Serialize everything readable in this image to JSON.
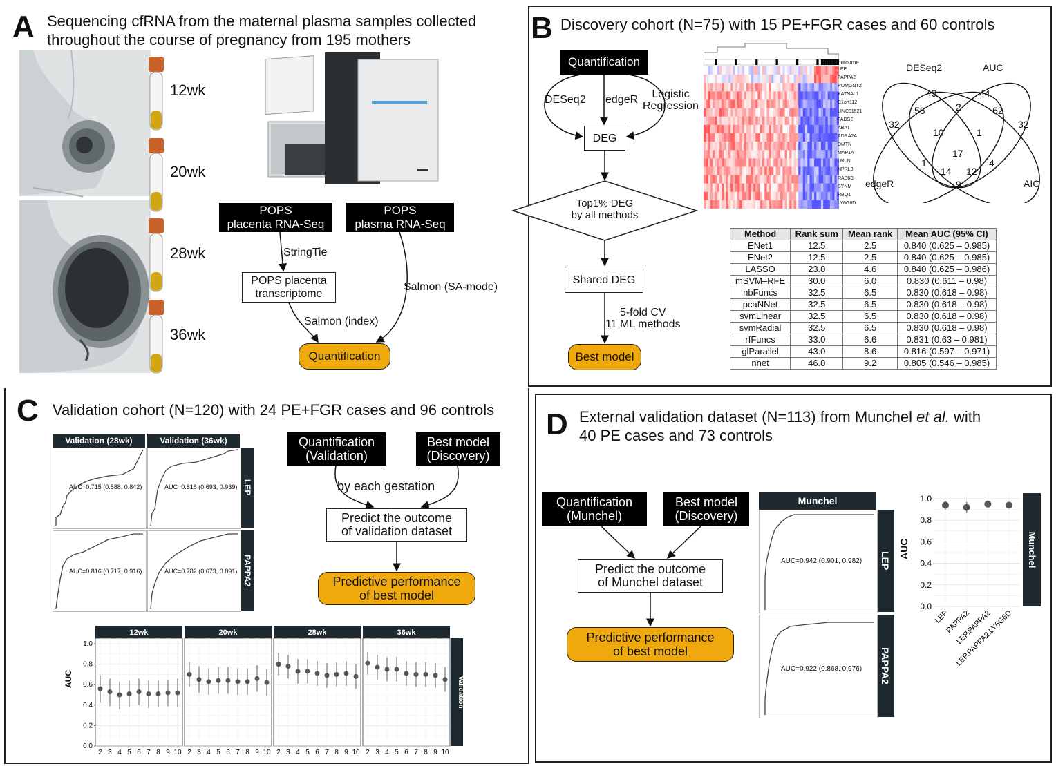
{
  "panelA": {
    "letter": "A",
    "title_line1": "Sequencing cfRNA from the maternal plasma samples collected",
    "title_line2": "throughout the course of pregnancy from 195 mothers",
    "timepoints": [
      "12wk",
      "20wk",
      "28wk",
      "36wk"
    ],
    "box_placenta": "POPS\nplacenta RNA-Seq",
    "box_plasma": "POPS\nplasma RNA-Seq",
    "label_stringtie": "StringTie",
    "box_transcriptome": "POPS placenta\ntranscriptome",
    "label_salmon_sa": "Salmon (SA-mode)",
    "label_salmon_index": "Salmon (index)",
    "box_quant": "Quantification"
  },
  "panelB": {
    "letter": "B",
    "title": "Discovery cohort (N=75) with 15 PE+FGR cases and 60 controls",
    "box_quant": "Quantification",
    "label_deseq2": "DESeq2",
    "label_edger": "edgeR",
    "label_logistic": "Logistic\nRegression",
    "box_deg": "DEG",
    "diamond": "Top1% DEG\nby all methods",
    "box_shared": "Shared DEG",
    "label_cv": "5-fold CV\n11 ML methods",
    "box_best": "Best model",
    "heatmap_outcome": "outcome",
    "heatmap_genes": [
      "LEP",
      "PAPPA2",
      "POMGNT2",
      "KATNAL1",
      "C1orf112",
      "LINC01521",
      "FADS2",
      "ABAT",
      "ADRA2A",
      "DMTN",
      "MAP1A",
      "LMLN",
      "NPRL3",
      "RAB6B",
      "SYNM",
      "HBQ1",
      "LY6G6D"
    ],
    "venn": {
      "sets": [
        "DESeq2",
        "AUC",
        "edgeR",
        "AIC"
      ],
      "counts": [
        "32",
        "49",
        "44",
        "32",
        "56",
        "2",
        "62",
        "10",
        "1",
        "17",
        "1",
        "14",
        "12",
        "4",
        "9"
      ]
    },
    "table": {
      "headers": [
        "Method",
        "Rank sum",
        "Mean rank",
        "Mean AUC (95% CI)"
      ],
      "rows": [
        [
          "ENet1",
          "12.5",
          "2.5",
          "0.840 (0.625 – 0.985)"
        ],
        [
          "ENet2",
          "12.5",
          "2.5",
          "0.840 (0.625 – 0.985)"
        ],
        [
          "LASSO",
          "23.0",
          "4.6",
          "0.840 (0.625 – 0.986)"
        ],
        [
          "mSVM–RFE",
          "30.0",
          "6.0",
          "0.830 (0.611 – 0.98)"
        ],
        [
          "nbFuncs",
          "32.5",
          "6.5",
          "0.830 (0.618 – 0.98)"
        ],
        [
          "pcaNNet",
          "32.5",
          "6.5",
          "0.830 (0.618 – 0.98)"
        ],
        [
          "svmLinear",
          "32.5",
          "6.5",
          "0.830 (0.618 – 0.98)"
        ],
        [
          "svmRadial",
          "32.5",
          "6.5",
          "0.830 (0.618 – 0.98)"
        ],
        [
          "rfFuncs",
          "33.0",
          "6.6",
          "0.831 (0.63 – 0.981)"
        ],
        [
          "glParallel",
          "43.0",
          "8.6",
          "0.816 (0.597 – 0.971)"
        ],
        [
          "nnet",
          "46.0",
          "9.2",
          "0.805 (0.546 – 0.985)"
        ]
      ]
    }
  },
  "panelC": {
    "letter": "C",
    "title": "Validation cohort (N=120) with 24 PE+FGR cases and 96 controls",
    "roc_col1": "Validation (28wk)",
    "roc_col2": "Validation (36wk)",
    "roc_row1": "LEP",
    "roc_row2": "PAPPA2",
    "auc_lep_28": "AUC=0.715 (0.588, 0.842)",
    "auc_lep_36": "AUC=0.816 (0.693, 0.939)",
    "auc_pappa2_28": "AUC=0.816 (0.717, 0.916)",
    "auc_pappa2_36": "AUC=0.782 (0.673, 0.891)",
    "box_quant": "Quantification\n(Validation)",
    "box_best": "Best model\n(Discovery)",
    "label_gestation": "by each gestation",
    "box_predict": "Predict the outcome\nof validation dataset",
    "box_perf": "Predictive performance\nof best model",
    "facet_strip": "Validation",
    "ylabel": "AUC"
  },
  "panelD": {
    "letter": "D",
    "title_line1": "External validation dataset (N=113) from Munchel",
    "title_etal": "et al.",
    "title_with": "with",
    "title_line2": "40 PE cases and 73 controls",
    "box_quant": "Quantification\n(Munchel)",
    "box_best": "Best model\n(Discovery)",
    "box_predict": "Predict the outcome\nof Munchel dataset",
    "box_perf": "Predictive performance\nof best model",
    "roc_col": "Munchel",
    "roc_row1": "LEP",
    "roc_row2": "PAPPA2",
    "auc_lep": "AUC=0.942 (0.901, 0.982)",
    "auc_pappa2": "AUC=0.922 (0.868, 0.976)",
    "dot_strip": "Munchel",
    "ylabel": "AUC"
  },
  "chart_data": [
    {
      "type": "scatter",
      "title": "",
      "ylabel": "AUC",
      "ylim": [
        0.0,
        1.0
      ],
      "yticks": [
        "0.0",
        "0.2",
        "0.4",
        "0.6",
        "0.8",
        "1.0"
      ],
      "facets": [
        "12wk",
        "20wk",
        "28wk",
        "36wk"
      ],
      "x": [
        2,
        3,
        4,
        5,
        6,
        7,
        8,
        9,
        10
      ],
      "series": [
        {
          "name": "12wk",
          "values": [
            0.56,
            0.53,
            0.5,
            0.51,
            0.53,
            0.51,
            0.51,
            0.52,
            0.52
          ],
          "lower": [
            0.42,
            0.39,
            0.36,
            0.38,
            0.4,
            0.37,
            0.38,
            0.39,
            0.38
          ],
          "upper": [
            0.69,
            0.66,
            0.63,
            0.64,
            0.66,
            0.64,
            0.64,
            0.65,
            0.66
          ]
        },
        {
          "name": "20wk",
          "values": [
            0.7,
            0.65,
            0.63,
            0.64,
            0.64,
            0.63,
            0.63,
            0.66,
            0.62
          ],
          "lower": [
            0.58,
            0.52,
            0.5,
            0.51,
            0.51,
            0.5,
            0.5,
            0.53,
            0.49
          ],
          "upper": [
            0.82,
            0.78,
            0.76,
            0.77,
            0.77,
            0.76,
            0.76,
            0.79,
            0.75
          ]
        },
        {
          "name": "28wk",
          "values": [
            0.8,
            0.78,
            0.73,
            0.73,
            0.71,
            0.69,
            0.7,
            0.71,
            0.68
          ],
          "lower": [
            0.69,
            0.66,
            0.61,
            0.61,
            0.59,
            0.57,
            0.58,
            0.59,
            0.56
          ],
          "upper": [
            0.91,
            0.89,
            0.85,
            0.85,
            0.83,
            0.81,
            0.82,
            0.83,
            0.8
          ]
        },
        {
          "name": "36wk",
          "values": [
            0.81,
            0.77,
            0.75,
            0.75,
            0.71,
            0.7,
            0.7,
            0.69,
            0.65
          ],
          "lower": [
            0.7,
            0.65,
            0.63,
            0.63,
            0.59,
            0.58,
            0.58,
            0.57,
            0.53
          ],
          "upper": [
            0.92,
            0.89,
            0.87,
            0.87,
            0.83,
            0.82,
            0.82,
            0.81,
            0.77
          ]
        }
      ]
    },
    {
      "type": "scatter",
      "title": "",
      "ylabel": "AUC",
      "ylim": [
        0.0,
        1.0
      ],
      "yticks": [
        "0.0",
        "0.2",
        "0.4",
        "0.6",
        "0.8",
        "1.0"
      ],
      "categories": [
        "LEP",
        "PAPPA2",
        "LEP.PAPPA2",
        "LEP.PAPPA2.LY6G6D"
      ],
      "series": [
        {
          "name": "Munchel",
          "values": [
            0.94,
            0.92,
            0.95,
            0.94
          ],
          "lower": [
            0.9,
            0.87,
            0.92,
            0.91
          ],
          "upper": [
            0.98,
            0.97,
            0.98,
            0.97
          ]
        }
      ]
    }
  ]
}
